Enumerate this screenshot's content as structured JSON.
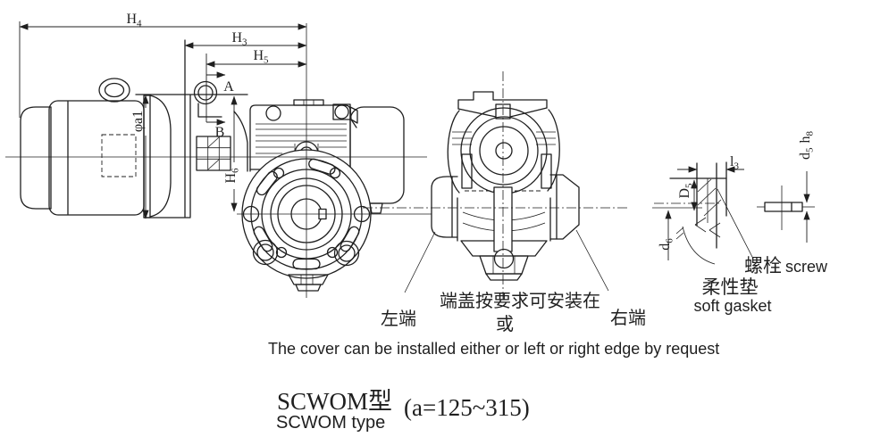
{
  "title_block": {
    "model_zh": "SCWOM型",
    "model_en": "SCWOM type",
    "range": "(a=125~315)"
  },
  "notes": {
    "cover_note_en": "The cover can be installed either or left or right edge by request",
    "cover_note_zh": "端盖按要求可安装在",
    "or_zh": "或",
    "left_end_zh": "左端",
    "right_end_zh": "右端"
  },
  "details": {
    "soft_gasket_zh": "柔性垫",
    "soft_gasket_en": "soft gasket",
    "screw_zh": "螺栓",
    "screw_en": "screw"
  },
  "dimensions": {
    "h4": {
      "base": "H",
      "sub": "4"
    },
    "h3": {
      "base": "H",
      "sub": "3"
    },
    "h5": {
      "base": "H",
      "sub": "5"
    },
    "a": "A",
    "b": "B",
    "h6": {
      "base": "H",
      "sub": "6"
    },
    "phi_a1": "φa1",
    "l3": {
      "base": "l",
      "sub": "3"
    },
    "D5": {
      "base": "D",
      "sub": "5"
    },
    "d6": {
      "base": "d",
      "sub": "6"
    },
    "d5_h8": {
      "b1": "d",
      "s1": "5",
      "b2": "h",
      "s2": "8"
    }
  },
  "colors": {
    "line": "#1f1f1f",
    "background": "#ffffff"
  }
}
